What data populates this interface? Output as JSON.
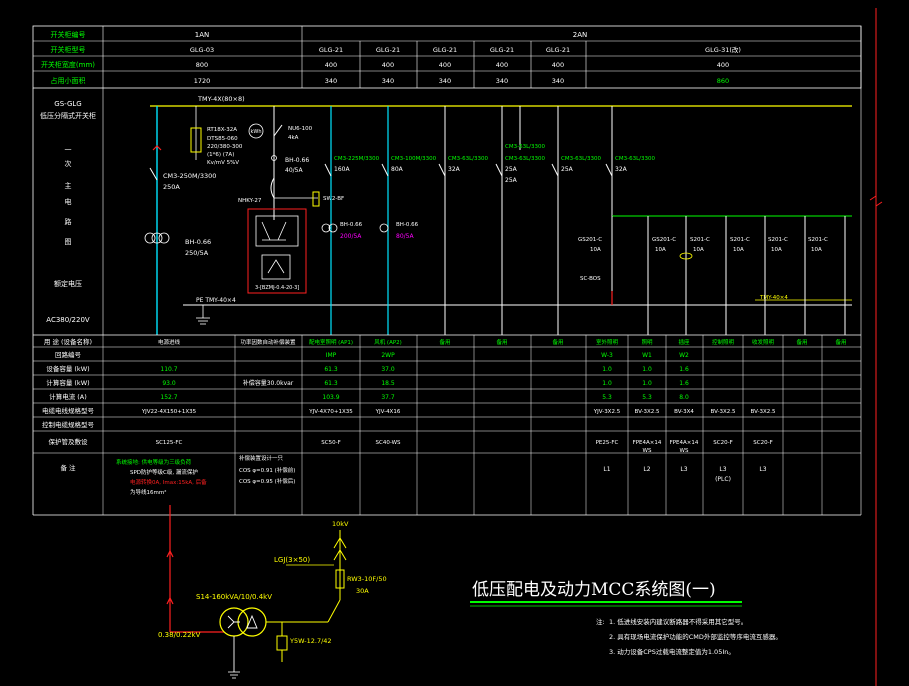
{
  "colors": {
    "bg": "#000000",
    "white": "#ffffff",
    "green": "#00ff00",
    "yellow": "#ffff00",
    "cyan": "#00e5ff",
    "red": "#ff2020",
    "magenta": "#ff00ff",
    "grey": "#9a9a9a",
    "header_fill": "#1a1a1a"
  },
  "header": {
    "row_labels": [
      "开关柜编号",
      "开关柜型号",
      "开关柜宽度(mm)",
      "占用小面积"
    ],
    "group_1AN": "1AN",
    "group_2AN": "2AN",
    "types": [
      "GLG-03",
      "GLG-21",
      "GLG-21",
      "GLG-21",
      "GLG-21",
      "GLG-21",
      "GLG-31(改)"
    ],
    "widths": [
      "800",
      "400",
      "400",
      "400",
      "400",
      "400",
      "400"
    ],
    "areas": [
      "1720",
      "340",
      "340",
      "340",
      "340",
      "340",
      "860"
    ]
  },
  "left_panel": {
    "switchgear_type": "GS-GLG",
    "switchgear_desc": "低压分隔式开关柜",
    "vertical_chars": [
      "一",
      "次",
      "主",
      "电",
      "路",
      "图"
    ],
    "rated_voltage_label": "额定电压",
    "rated_voltage_value": "AC380/220V"
  },
  "diagram": {
    "bus_main": "TMY-4X(80×8)",
    "bus_pe": "PE TMY-40×4",
    "bus_small": "TMY-40×4",
    "incoming_breaker": "CM3-250M/3300",
    "incoming_current": "250A",
    "ct_incoming": "BH-0.66",
    "ct_incoming_ratio": "250/5A",
    "fuse_spec": "RT18X-32A",
    "meter_spec": "DTS85-060",
    "meter_rating": "220/380-300",
    "meter_extra": "(1*6) (7A)",
    "meter_rate": "Kv/mV 5%V",
    "surge_spec": "NU6-100",
    "surge_kv": "4kA",
    "ct_small": "BH-0.66",
    "ct_small_ratio": "40/5A",
    "capacitor_label": "SW2-BF",
    "capacitor_spec": "NHKY-27",
    "capacitor_detail": "3-[BZMJ-0.4-20-3]",
    "feeders": [
      {
        "breaker": "CM3-225M/3300",
        "current": "160A",
        "ct": "BH-0.66",
        "ratio": "200/5A"
      },
      {
        "breaker": "CM3-100M/3300",
        "current": "80A",
        "ct": "BH-0.66",
        "ratio": "80/5A"
      },
      {
        "breaker": "CM3-63L/3300",
        "current": "32A"
      },
      {
        "breaker": "CM3-63L/3300",
        "current": "25A"
      },
      {
        "breaker": "CM3-63L/3300",
        "current": "25A"
      },
      {
        "breaker": "CM3-63L/3300",
        "current": "25A"
      },
      {
        "breaker": "CM3-63L/3300",
        "current": "32A"
      }
    ],
    "sub_feeders": [
      {
        "breaker": "GS201-C",
        "current": "10A"
      },
      {
        "breaker": "GS201-C",
        "current": "10A"
      },
      {
        "breaker": "S201-C",
        "current": "10A"
      },
      {
        "breaker": "S201-C",
        "current": "10A"
      },
      {
        "breaker": "S201-C",
        "current": "10A"
      },
      {
        "breaker": "S201-C",
        "current": "10A"
      }
    ],
    "sub_main": "SC-BOS"
  },
  "table": {
    "row_labels": [
      "用 途 (设备名称)",
      "回路编号",
      "设备容量 (kW)",
      "计算容量 (kW)",
      "计算电流 (A)",
      "电缆电线规格型号",
      "控制电缆规格型号",
      "保护管及敷设",
      "备 注"
    ],
    "purpose": [
      "电源进线",
      "功率因数自动补偿装置",
      "配电室照明 (AP1)",
      "风机 (AP2)",
      "备用",
      "备用",
      "备用",
      "室外照明",
      "照明",
      "插座",
      "控制照明",
      "收发照明",
      "备用",
      "备用"
    ],
    "circuit": [
      "",
      "",
      "IMP",
      "2WP",
      "",
      "",
      "",
      "W-3",
      "W1",
      "W2",
      "",
      "",
      "",
      ""
    ],
    "capacity": [
      "110.7",
      "",
      "61.3",
      "37.0",
      "",
      "",
      "",
      "1.0",
      "1.0",
      "1.6",
      "",
      "",
      "",
      ""
    ],
    "calc_capacity": [
      "93.0",
      "补偿容量30.0kvar",
      "61.3",
      "18.5",
      "",
      "",
      "",
      "1.0",
      "1.0",
      "1.6",
      "",
      "",
      "",
      ""
    ],
    "calc_current": [
      "152.7",
      "",
      "103.9",
      "37.7",
      "",
      "",
      "",
      "5.3",
      "5.3",
      "8.0",
      "",
      "",
      "",
      ""
    ],
    "cable": [
      "YJV22-4X150+1X35",
      "",
      "YJV-4X70+1X35",
      "YJV-4X16",
      "",
      "",
      "",
      "YJV-3X2.5",
      "BV-3X2.5",
      "BV-3X4",
      "BV-3X2.5",
      "BV-3X2.5",
      "",
      ""
    ],
    "conduit": [
      "SC125-FC",
      "",
      "SC50-F",
      "SC40-WS",
      "",
      "",
      "",
      "PE25-FC",
      "FPE4A×14",
      "FPE4A×14",
      "SC20-F",
      "SC20-F",
      "",
      ""
    ],
    "conduit2": [
      "",
      "",
      "",
      "",
      "",
      "",
      "",
      "",
      "WS",
      "WS",
      "",
      "",
      "",
      ""
    ],
    "remarks_col0": [
      "系统接地: 供电等级为三级负荷",
      "SPD防护等级C级, 漏流保护",
      "电源转换0A, Imax:15kA, 后备",
      "为导线16mm²"
    ],
    "remarks_col1": [
      "补偿装置设计一只",
      "COS φ=0.91 (补偿前)",
      "COS φ=0.95 (补偿后)"
    ],
    "remarks_small": [
      "L1",
      "L2",
      "L3",
      "L3",
      "L3"
    ],
    "remarks_small_sub": [
      "",
      "",
      "",
      "(PLC)",
      ""
    ]
  },
  "transformer": {
    "hv": "10kV",
    "hv_cable": "LGJ(3×50)",
    "fuse": "RW3-10F/50",
    "fuse_current": "30A",
    "model": "S14-160kVA/10/0.4kV",
    "lv": "0.38/0.22kV",
    "arrester": "Y5W-12.7/42"
  },
  "title": "低压配电及动力MCC系统图(一)",
  "notes": {
    "label": "注:",
    "items": [
      "1. 低进线安装内建议断路器不得采用其它型号。",
      "2. 具有现场电流保护功能的CMD外部监控等序电流互感器。",
      "3. 动力设备CPS过载电流整定值为1.05In。"
    ]
  }
}
